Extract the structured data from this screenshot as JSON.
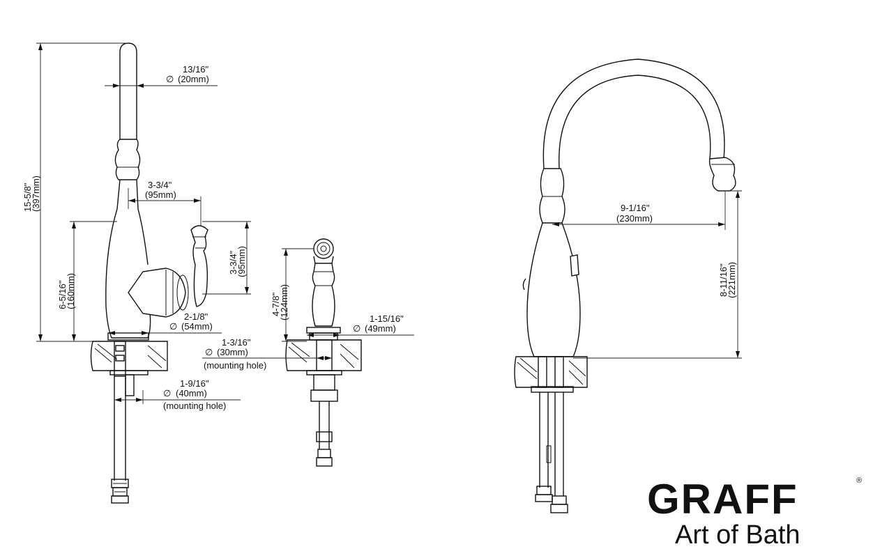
{
  "side_view": {
    "spout_diameter": {
      "imperial": "13/16\"",
      "metric": "(20mm)"
    },
    "total_height": {
      "imperial": "15-5/8\"",
      "metric": "(397mm)"
    },
    "handle_reach": {
      "imperial": "3-3/4\"",
      "metric": "(95mm)"
    },
    "handle_height": {
      "imperial": "3-3/4\"",
      "metric": "(95mm)"
    },
    "body_height": {
      "imperial": "6-5/16\"",
      "metric": "(160mm)"
    },
    "base_diameter": {
      "imperial": "2-1/8\"",
      "metric": "(54mm)"
    },
    "mount_hole_40": {
      "imperial": "1-9/16\"",
      "metric": "(40mm)",
      "note": "(mounting hole)"
    }
  },
  "spray_view": {
    "height": {
      "imperial": "4-7/8\"",
      "metric": "(124mm)"
    },
    "base_diameter": {
      "imperial": "1-15/16\"",
      "metric": "(49mm)"
    },
    "mount_hole_30": {
      "imperial": "1-3/16\"",
      "metric": "(30mm)",
      "note": "(mounting hole)"
    }
  },
  "front_view": {
    "spout_reach": {
      "imperial": "9-1/16\"",
      "metric": "(230mm)"
    },
    "spout_height": {
      "imperial": "8-11/16\"",
      "metric": "(221mm)"
    }
  },
  "symbols": {
    "diameter": "∅"
  },
  "brand": {
    "name": "GRAFF",
    "registered": "®",
    "tagline": "Art of Bath"
  },
  "colors": {
    "ink": "#111111",
    "background": "#ffffff"
  }
}
